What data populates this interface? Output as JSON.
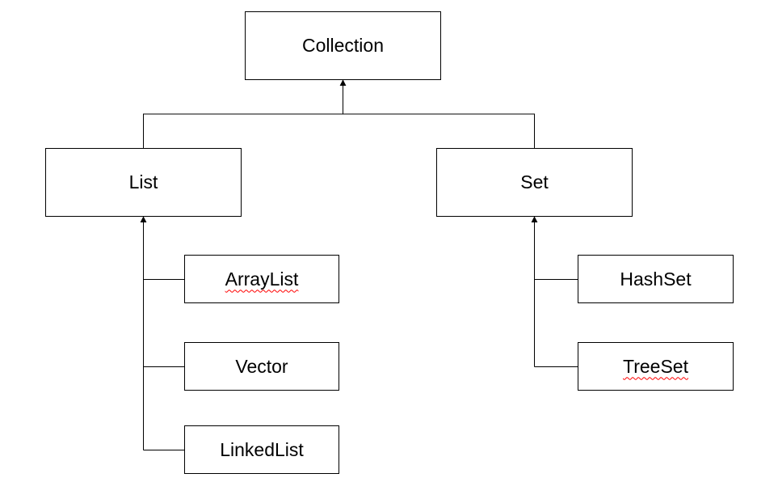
{
  "nodes": {
    "collection": {
      "label": "Collection"
    },
    "list": {
      "label": "List"
    },
    "set": {
      "label": "Set"
    },
    "arraylist": {
      "label": "ArrayList"
    },
    "vector": {
      "label": "Vector"
    },
    "linkedlist": {
      "label": "LinkedList"
    },
    "hashset": {
      "label": "HashSet"
    },
    "treeset": {
      "label": "TreeSet"
    }
  },
  "edges": [
    {
      "from": "list",
      "to": "collection"
    },
    {
      "from": "set",
      "to": "collection"
    },
    {
      "from": "arraylist",
      "to": "list"
    },
    {
      "from": "vector",
      "to": "list"
    },
    {
      "from": "linkedlist",
      "to": "list"
    },
    {
      "from": "hashset",
      "to": "set"
    },
    {
      "from": "treeset",
      "to": "set"
    }
  ],
  "colors": {
    "line": "#000000",
    "box_border": "#000000",
    "background": "#ffffff",
    "spellcheck_underline": "#ff0000"
  }
}
